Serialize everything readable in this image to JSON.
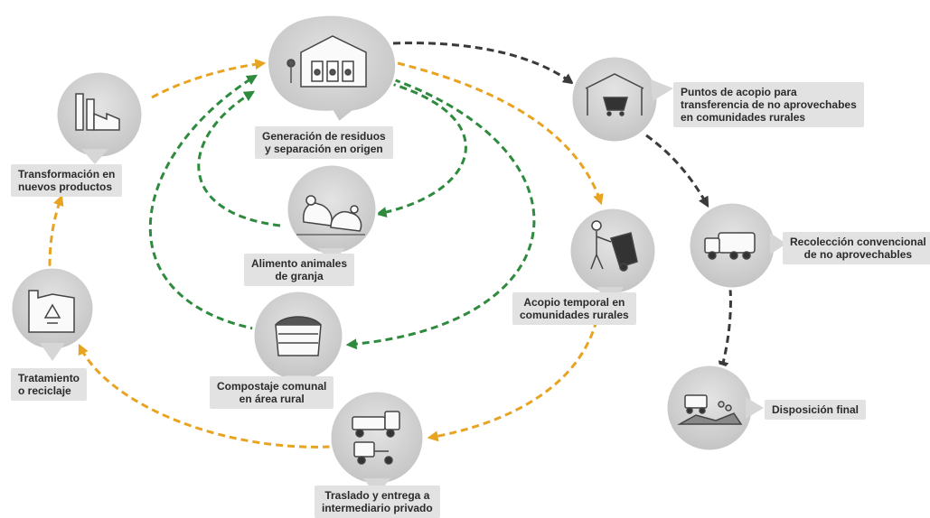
{
  "colors": {
    "cycle_orange": "#e8a321",
    "cycle_green": "#2e8b3e",
    "cycle_dark": "#3a3a3a",
    "node_fill": "#d6d6d6",
    "node_icon_bg": "#cfcfcf",
    "label_bg": "#e2e2e2"
  },
  "nodes": {
    "generacion": {
      "icon": "house-waste-separation-icon",
      "label": [
        "Generación de residuos",
        "y separación en origen"
      ]
    },
    "puntos_acopio": {
      "icon": "shelter-cart-icon",
      "label": [
        "Puntos de acopio para",
        "transferencia de no aprovechabes",
        "en comunidades rurales"
      ]
    },
    "recoleccion": {
      "icon": "garbage-truck-icon",
      "label": [
        "Recolección convencional",
        "de no aprovechables"
      ]
    },
    "disposicion": {
      "icon": "landfill-icon",
      "label": [
        "Disposición final"
      ]
    },
    "acopio_temporal": {
      "icon": "person-bin-icon",
      "label": [
        "Acopio temporal en",
        "comunidades rurales"
      ]
    },
    "traslado": {
      "icon": "truck-motorcycle-icon",
      "label": [
        "Traslado y entrega a",
        "intermediario privado"
      ]
    },
    "tratamiento": {
      "icon": "recycling-plant-icon",
      "label": [
        "Tratamiento",
        "o reciclaje"
      ]
    },
    "transformacion": {
      "icon": "factory-icon",
      "label": [
        "Transformación en",
        "nuevos productos"
      ]
    },
    "alimento": {
      "icon": "chickens-icon",
      "label": [
        "Alimento animales",
        "de granja"
      ]
    },
    "compostaje": {
      "icon": "compost-bin-icon",
      "label": [
        "Compostaje comunal",
        "en área rural"
      ]
    }
  }
}
